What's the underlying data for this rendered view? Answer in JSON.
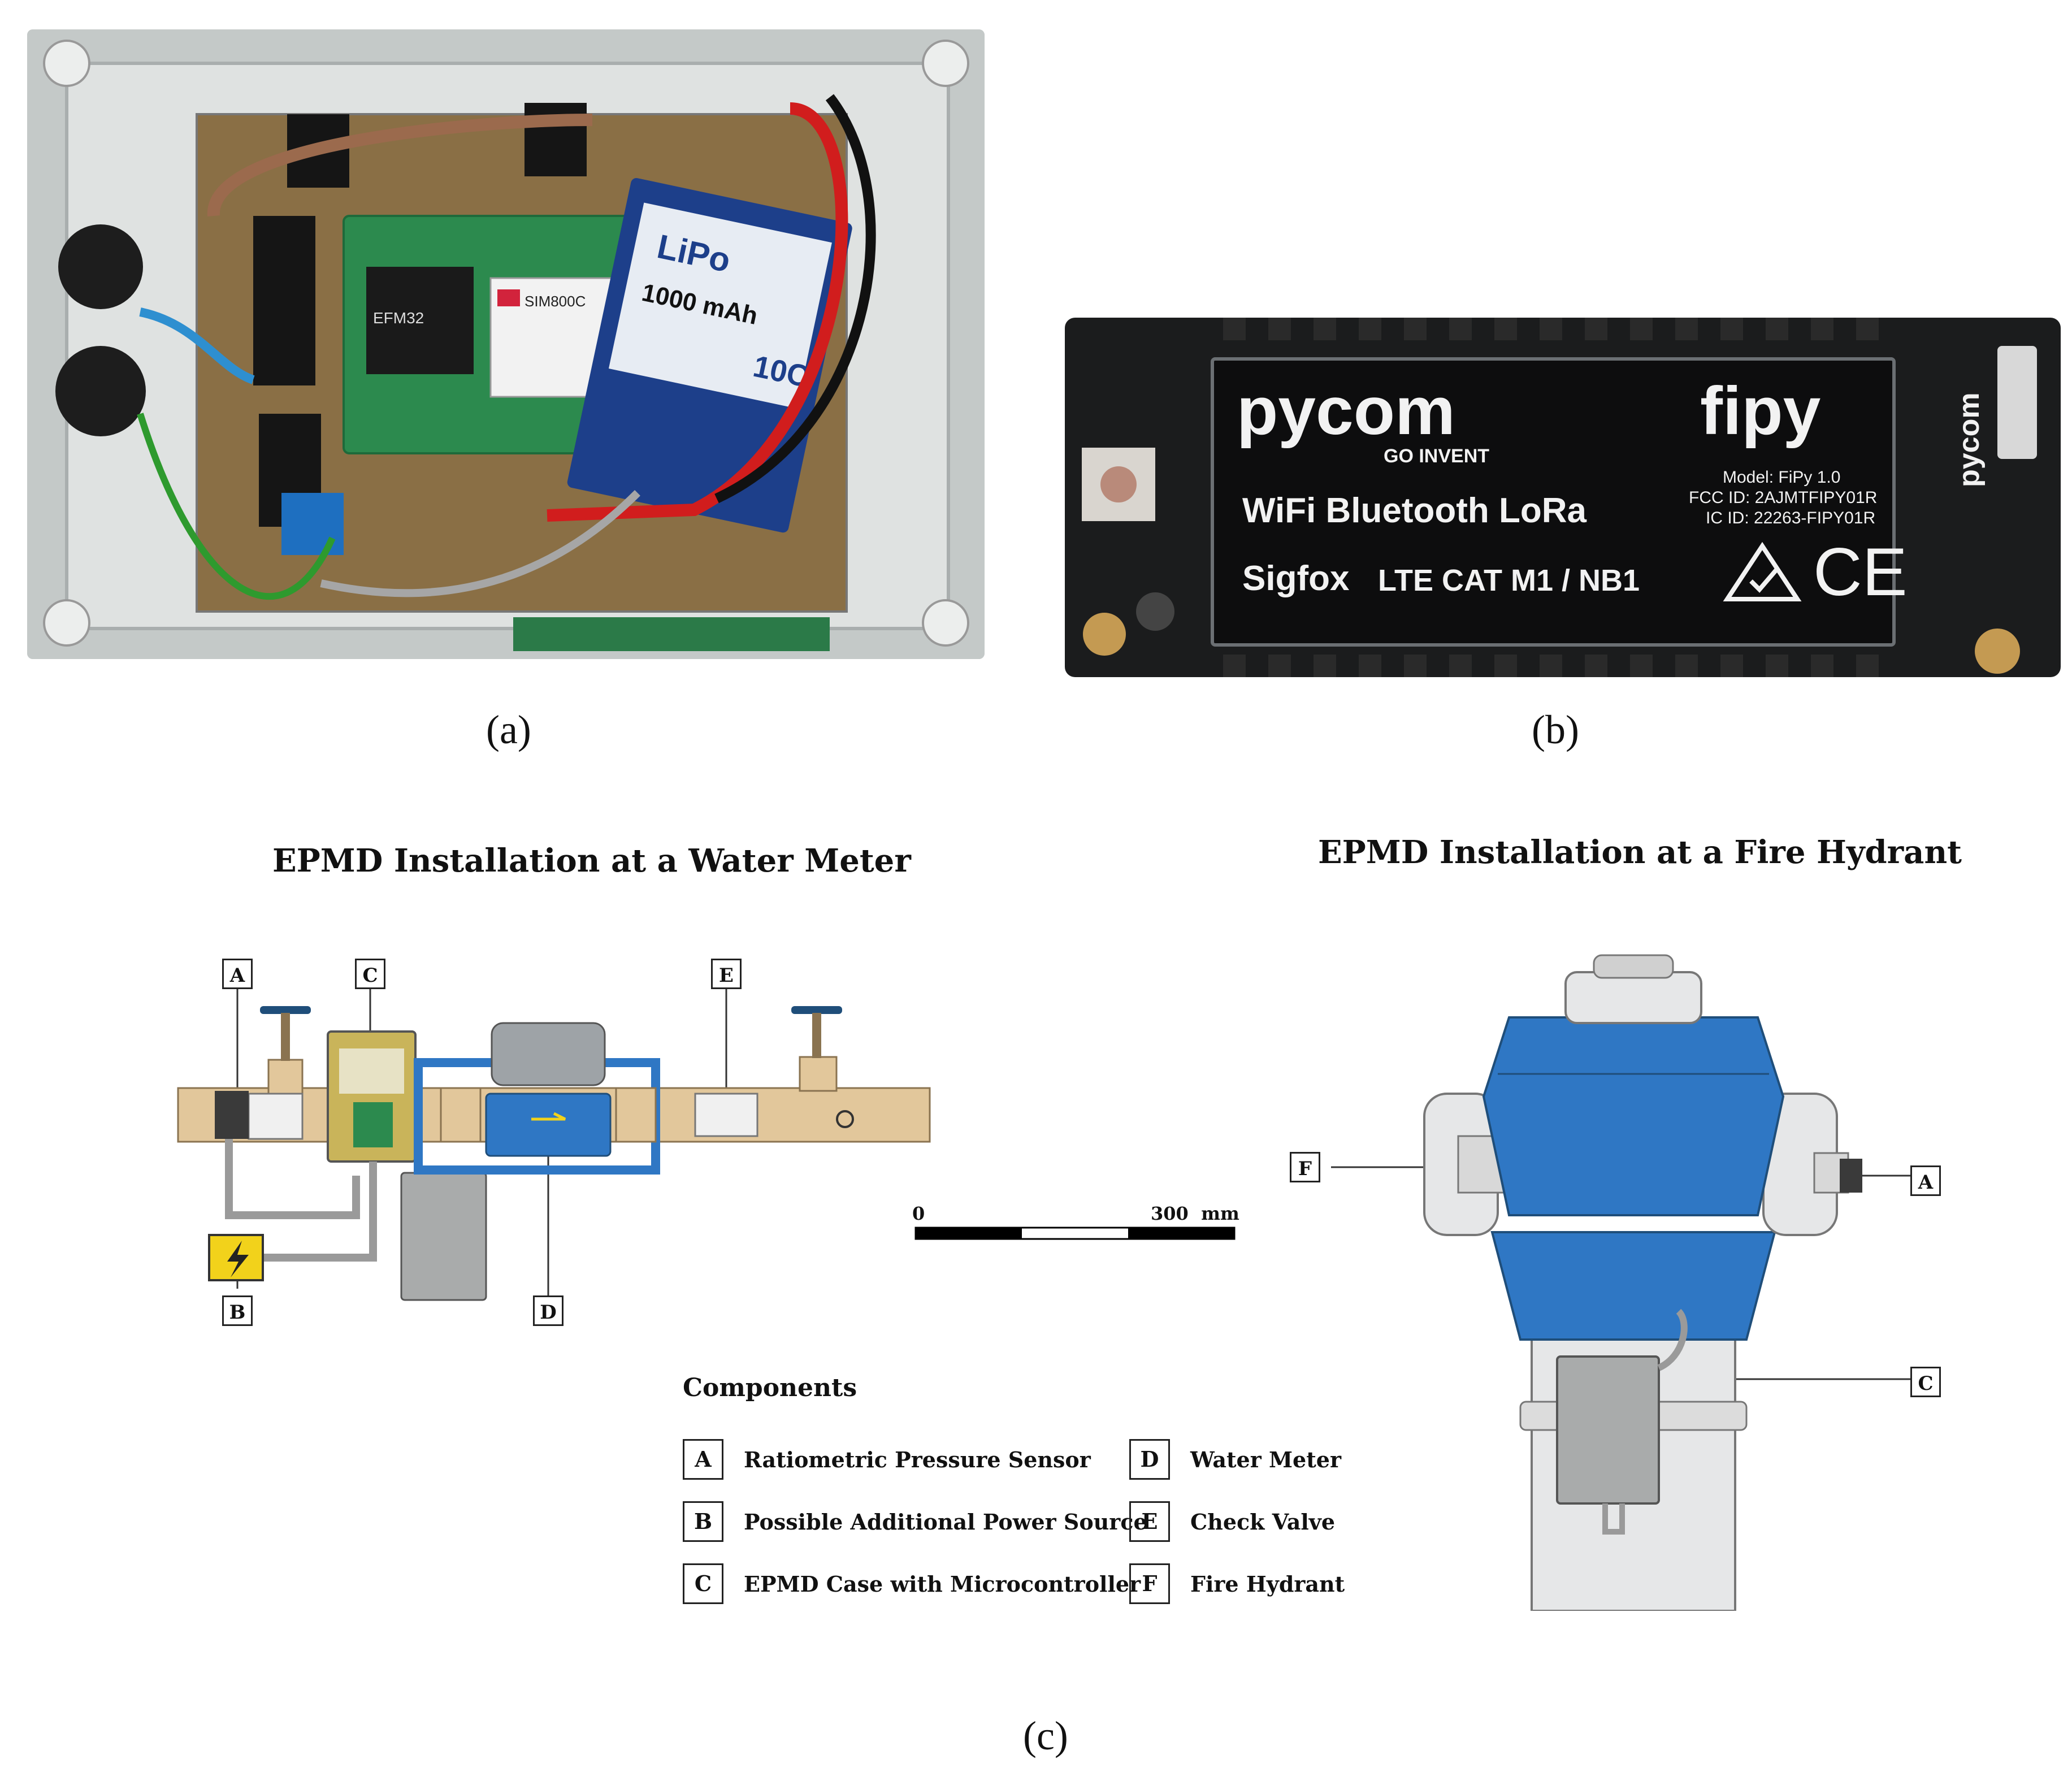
{
  "panels": {
    "a": "(a)",
    "b": "(b)",
    "c": "(c)"
  },
  "photo_a": {
    "module_label": "SIM800C",
    "chip_label": "EFM32",
    "battery_label": "LiPo",
    "battery_capacity": "1000 mAh",
    "battery_rate": "10C"
  },
  "photo_b": {
    "brand": "pycom",
    "brand_sub": "GO INVENT",
    "product": "fipy",
    "radios_line1": "WiFi  Bluetooth  LoRa",
    "radios_line2a": "Sigfox",
    "radios_line2b": "LTE CAT M1 / NB1",
    "model": "Model: FiPy 1.0",
    "fcc": "FCC ID: 2AJMTFIPY01R",
    "ic": "IC ID: 22263-FIPY01R",
    "ce": "CE",
    "side_brand": "pycom"
  },
  "diagram": {
    "title_left": "EPMD Installation at a Water Meter",
    "title_right": "EPMD Installation at a Fire Hydrant",
    "scale": {
      "start": "0",
      "end": "300  mm"
    },
    "labels_left": {
      "A": "A",
      "B": "B",
      "C": "C",
      "D": "D",
      "E": "E"
    },
    "labels_right": {
      "F": "F",
      "A": "A",
      "C": "C"
    },
    "legend_title": "Components",
    "legend": [
      {
        "key": "A",
        "text": "Ratiometric Pressure Sensor"
      },
      {
        "key": "B",
        "text": "Possible Additional Power Source"
      },
      {
        "key": "C",
        "text": "EPMD Case with Microcontroller"
      },
      {
        "key": "D",
        "text": "Water Meter"
      },
      {
        "key": "E",
        "text": "Check Valve"
      },
      {
        "key": "F",
        "text": "Fire Hydrant"
      }
    ]
  },
  "colors": {
    "pipe": "#e2c79b",
    "blue": "#2f77c4",
    "navy": "#1f4e7a",
    "yellow": "#f2d21b",
    "case": "#c9b45a"
  }
}
